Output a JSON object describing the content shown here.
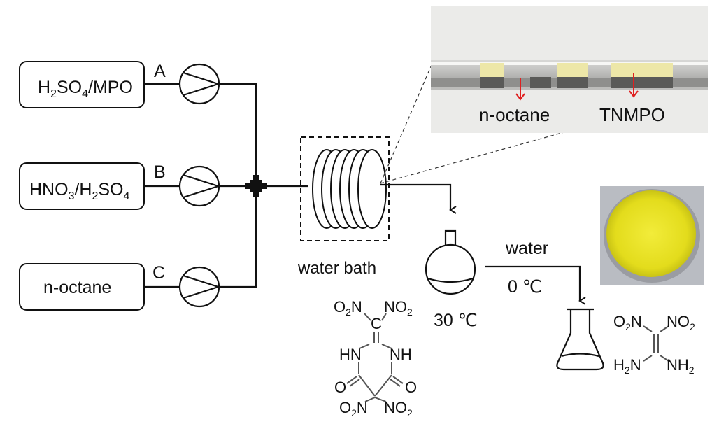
{
  "reservoirs": [
    {
      "id": "A",
      "label_main": "H",
      "sub1": "2",
      "mid1": "SO",
      "sub2": "4",
      "tail": "/MPO"
    },
    {
      "id": "B",
      "label_main": "HNO",
      "sub1": "3",
      "mid1": "/H",
      "sub2": "2",
      "mid2": "SO",
      "sub3": "4"
    },
    {
      "id": "C",
      "label": "n-octane"
    }
  ],
  "pump_letters": [
    "A",
    "B",
    "C"
  ],
  "water_bath_label": "water bath",
  "flask_temp": "30 ℃",
  "quench": {
    "reagent": "water",
    "temp": "0 ℃"
  },
  "photo_inset": {
    "labels": [
      "n-octane",
      "TNMPO"
    ],
    "arrow_color": "#e02020"
  },
  "powder_color": "#e8e020",
  "molecule_1": {
    "top_left": "O",
    "top_left_sub": "2",
    "top_left_tail": "N",
    "top_right": "NO",
    "top_right_sub": "2",
    "center_c": "C",
    "left_nh": "HN",
    "right_nh": "NH",
    "left_o": "O",
    "right_o": "O",
    "bottom_left": "O",
    "bottom_left_sub": "2",
    "bottom_left_tail": "N",
    "bottom_right": "NO",
    "bottom_right_sub": "2"
  },
  "molecule_2": {
    "tl": "O",
    "tl_sub": "2",
    "tl_tail": "N",
    "tr": "NO",
    "tr_sub": "2",
    "bl": "H",
    "bl_sub": "2",
    "bl_tail": "N",
    "br": "NH",
    "br_sub": "2"
  }
}
